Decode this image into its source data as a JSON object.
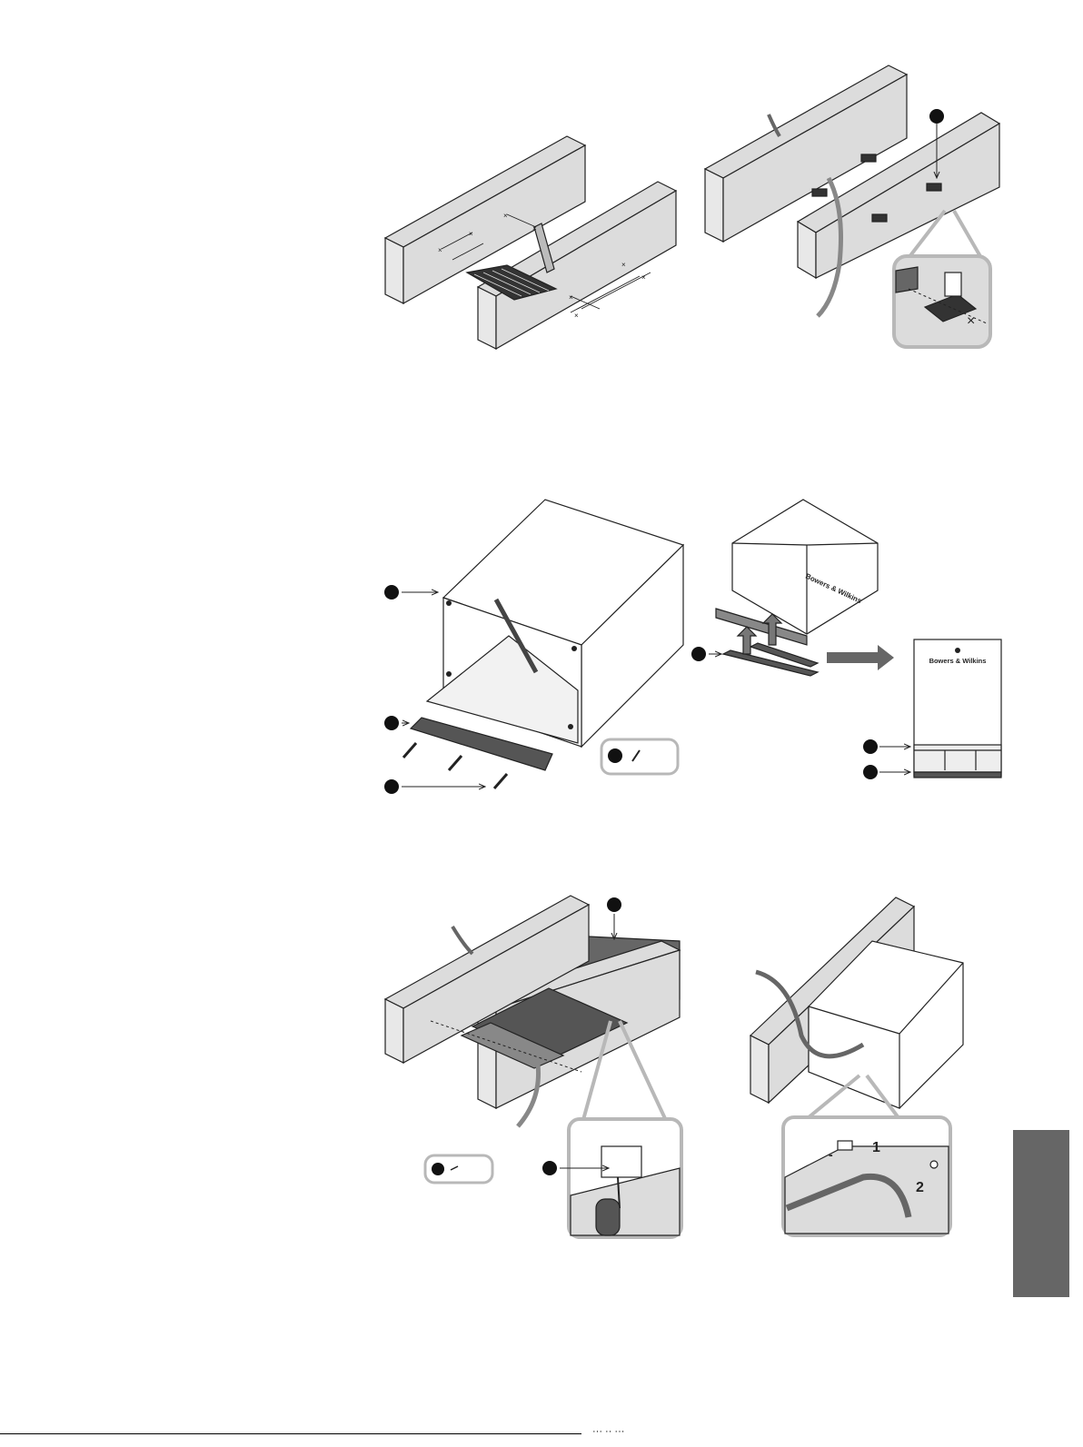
{
  "page": {
    "background": "#ffffff",
    "ink": "#222222",
    "panel_gray": "#dcdcdc",
    "dark_gray": "#666666",
    "mid_gray": "#9a9a9a",
    "callout_border": "#b8b8b8"
  },
  "figures": {
    "fig3_brand": "Bowers & Wilkins",
    "fig4_brand": "Bowers & Wilkins",
    "fig4_brand_panel": "Bowers & Wilkins",
    "fig6_step1": "1",
    "fig6_step2": "2",
    "fig6_minus": "-"
  },
  "side_tab": {
    "color": "#666666"
  },
  "footer": {
    "text": "··· ·· ···"
  }
}
